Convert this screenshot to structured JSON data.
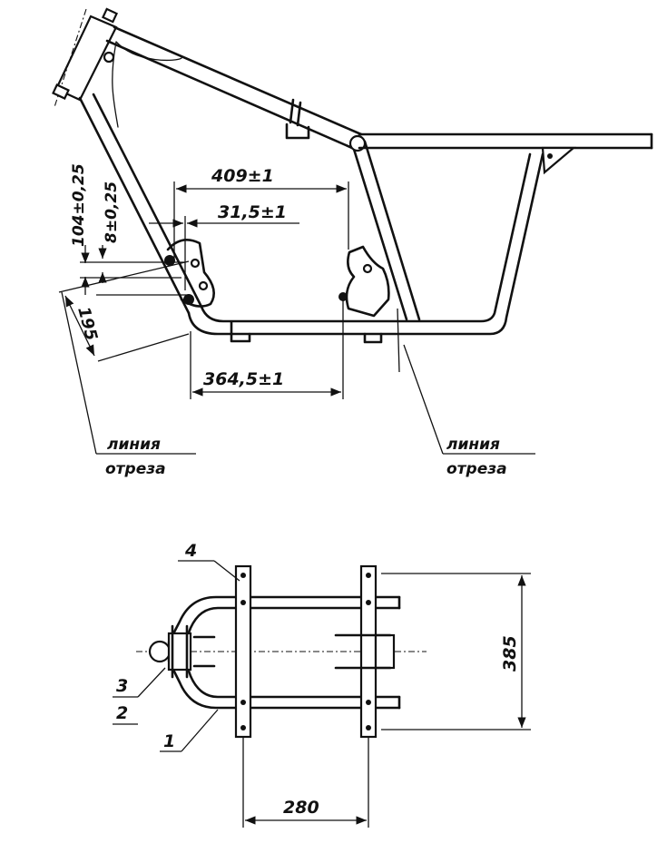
{
  "side_view": {
    "dim_top": "409±1",
    "dim_mid": "31,5±1",
    "dim_bottom": "364,5±1",
    "dim_vert_1": "104±0,25",
    "dim_vert_2": "8±0,25",
    "dim_angle": "195",
    "cut_left_1": "линия",
    "cut_left_2": "отреза",
    "cut_right_1": "линия",
    "cut_right_2": "отреза"
  },
  "plan_view": {
    "pos_1": "1",
    "pos_2": "2",
    "pos_3": "3",
    "pos_4": "4",
    "dim_width": "385",
    "dim_length": "280"
  }
}
